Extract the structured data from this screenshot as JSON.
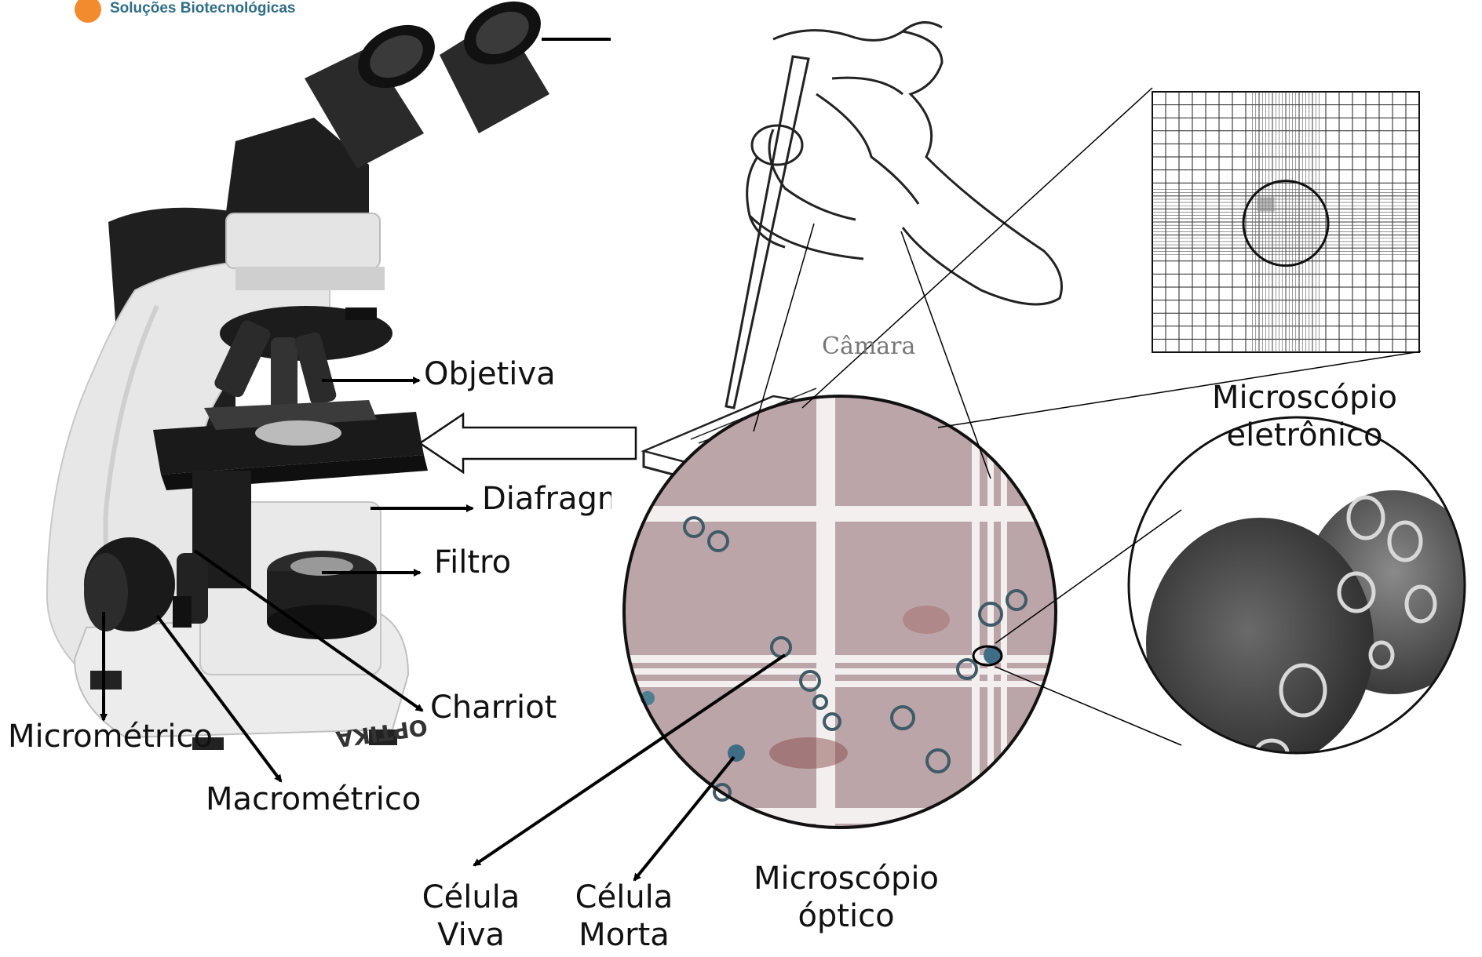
{
  "header": {
    "logo_text": "Soluções Biotecnológicas",
    "logo_color": "#f28a2e"
  },
  "labels": {
    "objetiva": "Objetiva",
    "diafragma": "Diafragm",
    "filtro": "Filtro",
    "charriot": "Charriot",
    "micrometrico": "Micrométrico",
    "macrometrico": "Macrométrico",
    "camara": "Câmara",
    "microscopio_eletronico": [
      "Microscópio",
      "eletrônico"
    ],
    "microscopio_optico": [
      "Microscópio",
      "óptico"
    ],
    "celula_viva": [
      "Célula",
      "Viva"
    ],
    "celula_morta": [
      "Célula",
      "Morta"
    ],
    "optika_badge": "OPTIKA"
  },
  "colors": {
    "lines": "#000000",
    "grid_bg": "#b9a1a5",
    "grid_lines": "#eeeeee"
  }
}
